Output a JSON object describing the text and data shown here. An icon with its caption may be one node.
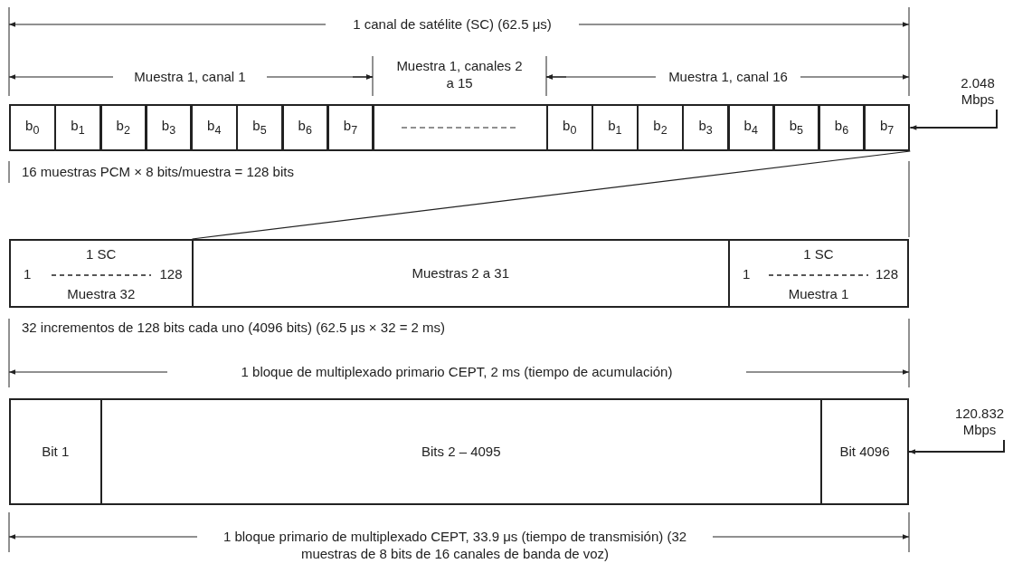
{
  "diagram": {
    "nodes": [
      {
        "text": [
          "b$_{0}$"
        ]
      },
      {
        "text": [
          "b$_{1}$"
        ]
      },
      {
        "text": [
          "b$_{2}$"
        ]
      },
      {
        "text": [
          "b$_{3}$"
        ]
      },
      {
        "text": [
          "b$_{4}$"
        ]
      },
      {
        "text": [
          "b$_{5}$"
        ]
      },
      {
        "text": [
          "b$_{6}$"
        ]
      },
      {
        "text": [
          "b$_{7}$"
        ]
      },
      {
        "text": [],
        "shape": "box"
      },
      {
        "text": [
          "b$_{0}$"
        ]
      },
      {
        "text": [
          "b$_{1}$"
        ]
      },
      {
        "text": [
          "b$_{2}$"
        ]
      },
      {
        "text": [
          "b$_{3}$"
        ]
      },
      {
        "text": [
          "b$_{4}$"
        ]
      },
      {
        "text": [
          "b$_{5}$"
        ]
      },
      {
        "text": [
          "b$_{6}$"
        ]
      },
      {
        "text": [
          "b$_{7}$"
        ]
      },
      {
        "text": [
          "1 SC",
          "1",
          "128",
          "Muestra 32"
        ]
      },
      {
        "text": [
          "Muestras 2 a 31"
        ]
      },
      {
        "text": [
          "1 SC",
          "1",
          "128",
          "Muestra 1"
        ]
      },
      {
        "text": [
          "Bit 1"
        ]
      },
      {
        "text": [
          "Bits 2 – 4095"
        ]
      },
      {
        "text": [
          "Bit 4096"
        ]
      },
      {
        "text": [
          "2.048 Mbps"
        ]
      },
      {
        "text": [
          "120.832 Mbps"
        ]
      }
    ],
    "edges": [
      {
        "from": 23,
        "to": 16,
        "arrow": "to"
      },
      {
        "from": 16,
        "to": 17,
        "arrow": "none"
      },
      {
        "from": 24,
        "to": 22,
        "arrow": "to"
      }
    ],
    "labels": [
      "1 canal de satélite (SC) (62.5 μs)",
      "Muestra 1, canal 1",
      "Muestra 1, canales 2 a 15",
      "Muestra 1, canal 16",
      "16 muestras PCM × 8 bits/muestra = 128 bits",
      "32 incrementos de 128 bits cada uno (4096 bits) (62.5 μs × 32 = 2 ms)",
      "1 bloque de multiplexado primario CEPT, 2 ms (tiempo de acumulación)",
      "1 bloque primario de multiplexado CEPT, 33.9 μs (tiempo de transmisión) (32 muestras de 8 bits de 16 canales de banda de voz)"
    ]
  }
}
